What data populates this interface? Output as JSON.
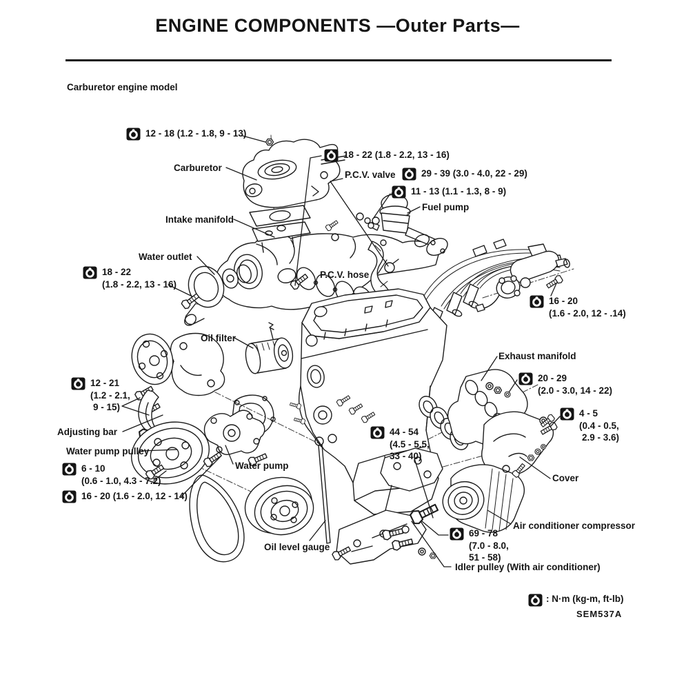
{
  "page": {
    "title": "ENGINE COMPONENTS —Outer Parts—",
    "model_note": "Carburetor engine model",
    "figure_code": "SEM537A"
  },
  "legend": {
    "unit_label": ": N·m (kg-m, ft-lb)"
  },
  "part_labels": [
    {
      "name": "carburetor",
      "text": "Carburetor"
    },
    {
      "name": "pcv-valve",
      "text": "P.C.V. valve"
    },
    {
      "name": "fuel-pump",
      "text": "Fuel pump"
    },
    {
      "name": "intake-manifold",
      "text": "Intake manifold"
    },
    {
      "name": "water-outlet",
      "text": "Water outlet"
    },
    {
      "name": "pcv-hose",
      "text": "P.C.V. hose"
    },
    {
      "name": "oil-filter",
      "text": "Oil filter"
    },
    {
      "name": "adjusting-bar",
      "text": "Adjusting bar"
    },
    {
      "name": "water-pump-pulley",
      "text": "Water pump pulley"
    },
    {
      "name": "water-pump",
      "text": "Water pump"
    },
    {
      "name": "oil-level-gauge",
      "text": "Oil level gauge"
    },
    {
      "name": "exhaust-manifold",
      "text": "Exhaust manifold"
    },
    {
      "name": "cover",
      "text": "Cover"
    },
    {
      "name": "air-conditioner-compressor",
      "text": "Air conditioner compressor"
    },
    {
      "name": "idler-pulley",
      "text": "Idler pulley (With air conditioner)"
    }
  ],
  "torque_specs": [
    {
      "part": "carburetor-nut",
      "lines": [
        "12 - 18 (1.2 - 1.8, 9 - 13)"
      ]
    },
    {
      "part": "intake-manifold-bolt",
      "lines": [
        "18 - 22 (1.8 - 2.2, 13 - 16)"
      ]
    },
    {
      "part": "fuel-pump-fitting",
      "lines": [
        "29 - 39 (3.0 - 4.0, 22 - 29)"
      ]
    },
    {
      "part": "pcv-fitting",
      "lines": [
        "11 - 13 (1.1 - 1.3, 8 - 9)"
      ]
    },
    {
      "part": "water-outlet-bolt",
      "lines": [
        "18 - 22",
        "(1.8 - 2.2, 13 - 16)"
      ]
    },
    {
      "part": "distributor-bolt",
      "lines": [
        "16 - 20",
        "(1.6 - 2.0, 12 - .14)"
      ]
    },
    {
      "part": "adjusting-bar-bolts",
      "lines": [
        "12 - 21",
        "(1.2 - 2.1,",
        "9 - 15)"
      ]
    },
    {
      "part": "water-pump-pulley-bolt",
      "lines": [
        "6 - 10",
        "(0.6 - 1.0, 4.3 - 7.2)"
      ]
    },
    {
      "part": "water-pump-bolt",
      "lines": [
        "16 - 20 (1.6 - 2.0, 12 - 14)"
      ]
    },
    {
      "part": "exhaust-manifold-nut",
      "lines": [
        "20 - 29",
        "(2.0 - 3.0, 14 - 22)"
      ]
    },
    {
      "part": "cover-bolt",
      "lines": [
        "4 - 5",
        "(0.4 - 0.5,",
        "2.9 - 3.6)"
      ]
    },
    {
      "part": "compressor-bracket-bolt",
      "lines": [
        "44 - 54",
        "(4.5 - 5.5,",
        "33 - 40)"
      ]
    },
    {
      "part": "idler-pulley-bolt",
      "lines": [
        "69 - 78",
        "(7.0 - 8.0,",
        "51 - 58)"
      ]
    }
  ]
}
